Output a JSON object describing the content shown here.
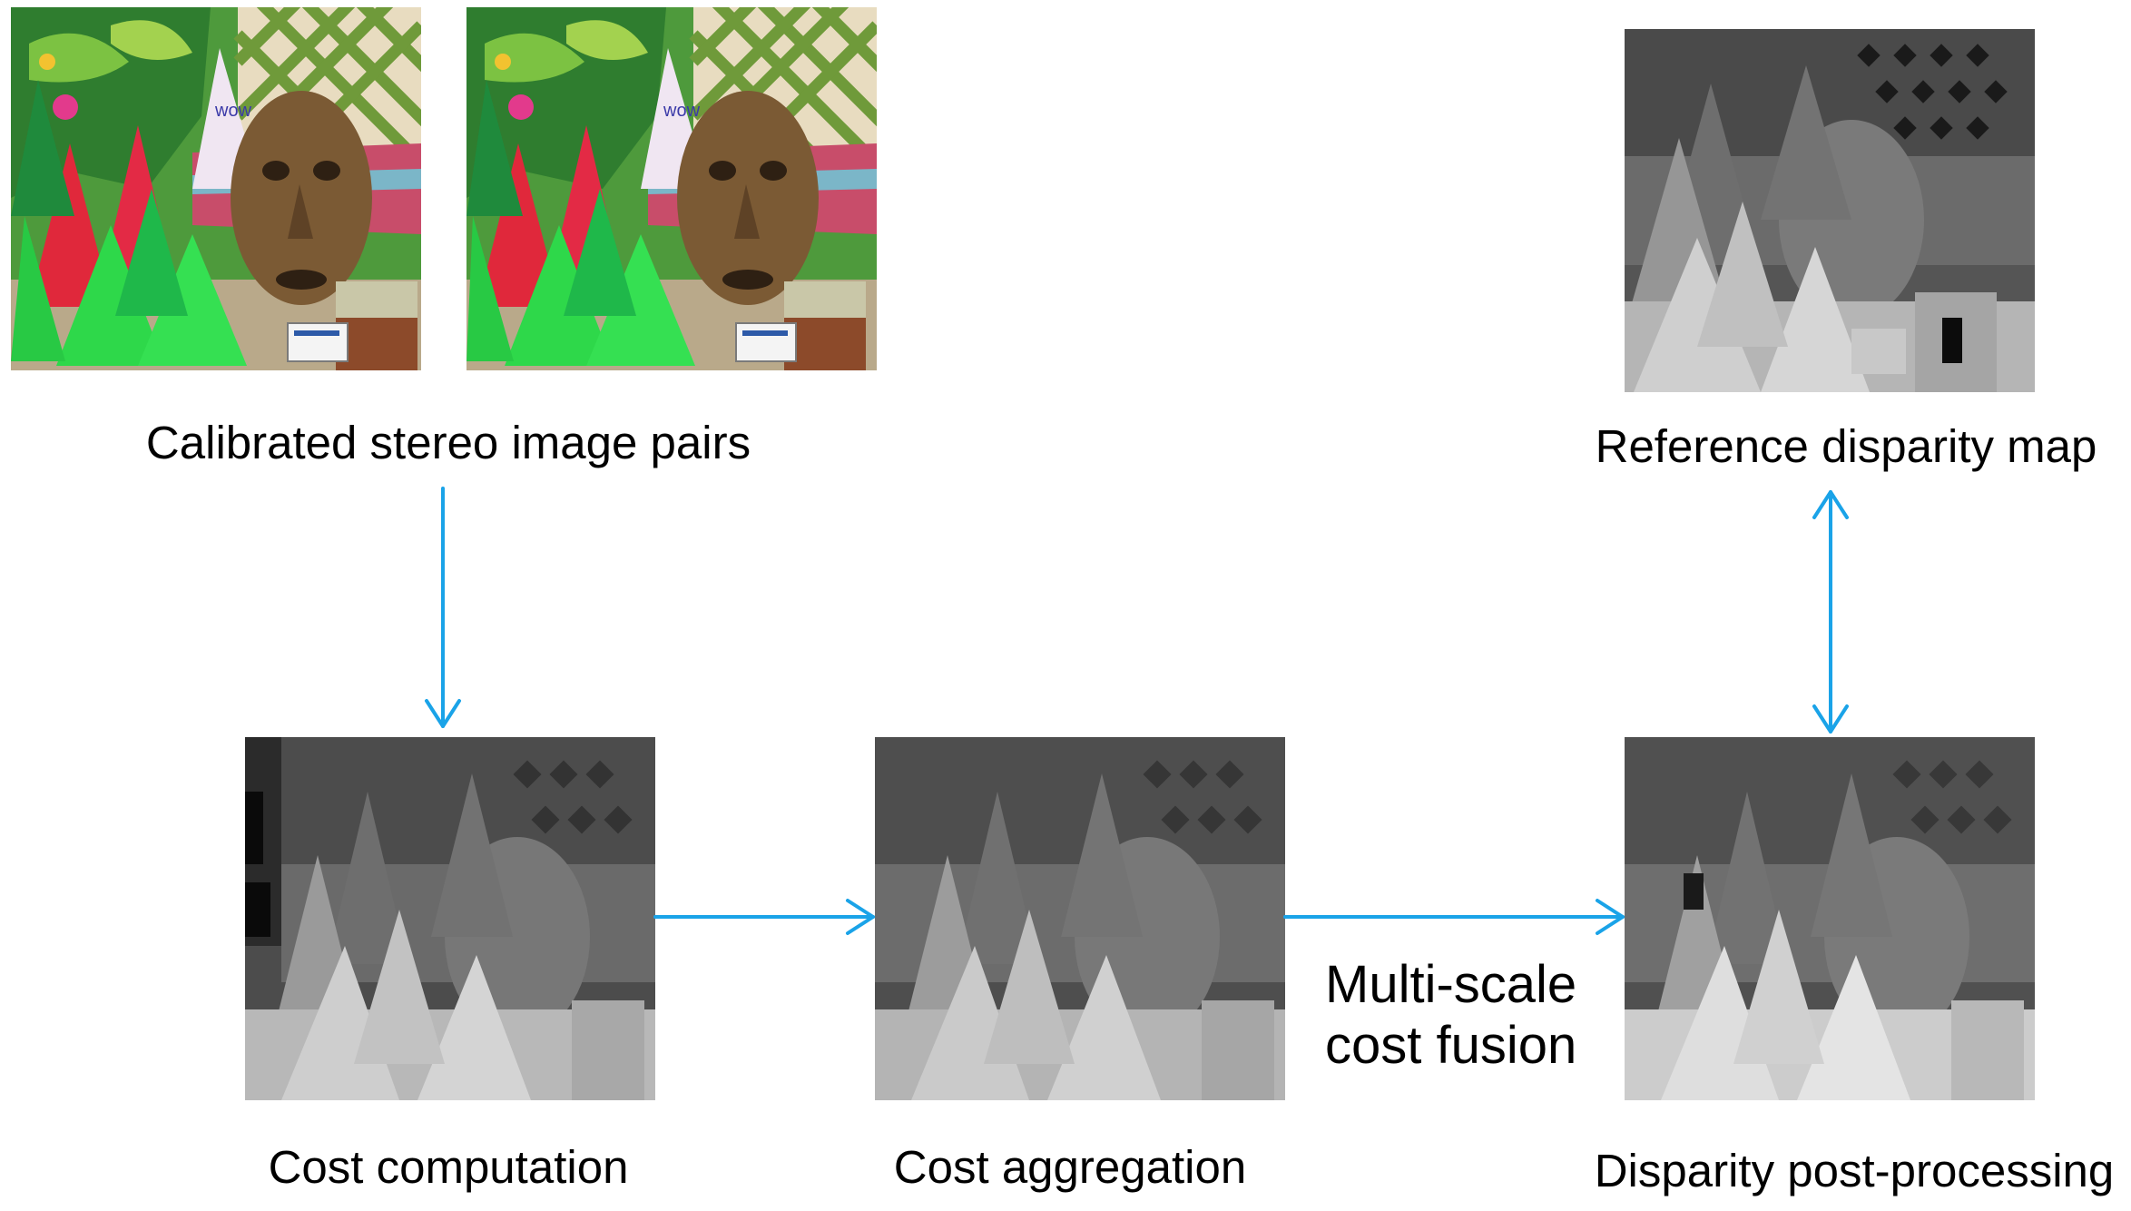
{
  "nodes": {
    "stereo_pair": {
      "caption": "Calibrated stereo image pairs"
    },
    "reference_map": {
      "caption": "Reference disparity map"
    },
    "cost_computation": {
      "caption": "Cost computation"
    },
    "cost_aggregation": {
      "caption": "Cost aggregation"
    },
    "post_processing": {
      "caption": "Disparity post-processing"
    }
  },
  "edges": {
    "fusion_label_line1": "Multi-scale",
    "fusion_label_line2": "cost fusion"
  },
  "colors": {
    "arrow": "#1aa3e8",
    "background": "#ffffff",
    "text": "#000000"
  }
}
